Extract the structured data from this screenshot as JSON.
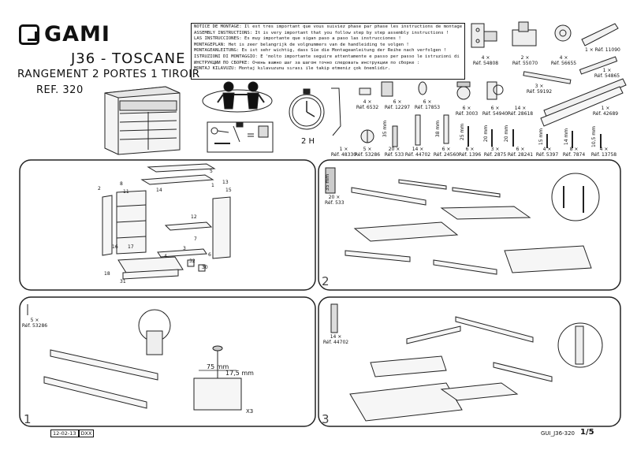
{
  "brand": {
    "name": "GAMI"
  },
  "header": {
    "title": "J36 - TOSCANE",
    "subtitle": "RANGEMENT 2 PORTES 1 TIROIR",
    "ref": "REF. 320"
  },
  "notice": [
    "NOTICE DE MONTAGE: Il est très important que vous suiviez phase par phase les instructions de montage !",
    "ASSEMBLY INSTRUCTIONS: It is very important that you follow step by step assembly instructions !",
    "LAS INSTRUCCIONES: Es muy importante que sigan paso a paso las instrucciones !",
    "MONTAGEPLAN: Het is zeer belangrijk de volgnummers van de handleiding te volgen !",
    "MONTAGEANLEITUNG: Es ist sehr wichtig, dass Sie die Montageanleitung der Reihe nach verfolgen !",
    "ISTRUZIONI DI MONTAGGIO: E 'molto importante seguire attentamente e passo per passo le istruzioni di montaggio!",
    "ИНСТРУКЦИИ ПО СБОРКЕ: Очень важно шаг за шагом точно следовать инструкции по сборке :",
    "MONTAJ KILAVUZU: Montaj kılavuzunu sırası ile takip etmeniz çok önemlidir."
  ],
  "time": "2 H",
  "hardware_top": [
    {
      "qty": "4 ×",
      "ref": "Réf. 54808"
    },
    {
      "qty": "2 ×",
      "ref": "Réf. 55070"
    },
    {
      "qty": "4 ×",
      "ref": "Réf. 56655"
    },
    {
      "qty": "1 × Réf. 11090",
      "ref": ""
    },
    {
      "qty": "1 ×",
      "ref": "Réf. 54865"
    },
    {
      "qty": "3 ×",
      "ref": "Réf. 59192"
    },
    {
      "qty": "1 ×",
      "ref": "Réf. 42689"
    }
  ],
  "hardware_mid": [
    {
      "qty": "4 ×",
      "ref": "Réf. 6532"
    },
    {
      "qty": "6 ×",
      "ref": "Réf. 12297"
    },
    {
      "qty": "6 ×",
      "ref": "Réf. 17853"
    },
    {
      "qty": "6 ×",
      "ref": "Réf. 3003"
    },
    {
      "qty": "6 ×",
      "ref": "Réf. 54940"
    },
    {
      "qty": "14 ×",
      "ref": "Réf. 28618"
    }
  ],
  "hardware_bottom": [
    {
      "qty": "1 ×",
      "ref": "Réf. 48330"
    },
    {
      "qty": "5 ×",
      "ref": "Réf. 53286"
    },
    {
      "qty": "20 ×",
      "ref": "Réf. 533"
    },
    {
      "qty": "14 ×",
      "ref": "Réf. 44702"
    },
    {
      "qty": "6 ×",
      "ref": "Réf. 24560"
    },
    {
      "qty": "6 ×",
      "ref": "Réf. 1396"
    },
    {
      "qty": "3 ×",
      "ref": "Réf. 2875"
    },
    {
      "qty": "6 ×",
      "ref": "Réf. 28241"
    },
    {
      "qty": "4 ×",
      "ref": "Réf. 5397"
    },
    {
      "qty": "8 ×",
      "ref": "Réf. 7874"
    },
    {
      "qty": "4 ×",
      "ref": "Réf. 13758"
    }
  ],
  "dims": {
    "d35": "35 mm",
    "d38": "38 mm",
    "d25": "25 mm",
    "d20a": "20 mm",
    "d20b": "20 mm",
    "d15": "15 mm",
    "d14": "14 mm",
    "d105": "10,5 mm",
    "d75": "75 mm",
    "d175": "17,5 mm"
  },
  "step2_hw": {
    "dim": "35 mm",
    "qty": "20 ×",
    "ref": "Réf. 533"
  },
  "step1_hw": {
    "qty": "5 ×",
    "ref": "Réf. 53286"
  },
  "step3_hw": {
    "qty": "14 ×",
    "ref": "Réf. 44702"
  },
  "step1_x3": "X3",
  "steps": [
    "1",
    "2",
    "3"
  ],
  "exploded_parts": [
    "2",
    "8",
    "11",
    "5",
    "13",
    "14",
    "15",
    "12",
    "7",
    "6",
    "16",
    "17",
    "4",
    "3",
    "32",
    "30",
    "18",
    "31",
    "1"
  ],
  "footer": {
    "date": "12-02-13",
    "code": "DXX",
    "doc": "GUI_J36-320",
    "page": "1/5"
  }
}
